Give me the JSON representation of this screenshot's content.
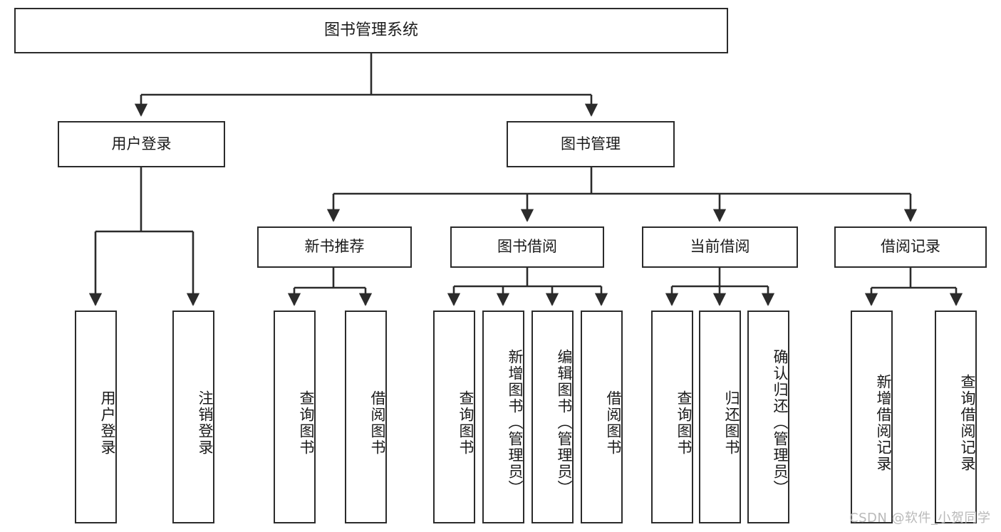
{
  "diagram": {
    "type": "tree-hierarchy-chart",
    "title": "图书管理系统",
    "colors": {
      "stroke": "#2b2b2b",
      "fill": "#ffffff",
      "text": "#1a1a1a",
      "watermark": "#b9b9b9"
    },
    "root": {
      "label": "图书管理系统"
    },
    "level2": [
      {
        "label": "用户登录"
      },
      {
        "label": "图书管理"
      }
    ],
    "level3": [
      {
        "label": "新书推荐"
      },
      {
        "label": "图书借阅"
      },
      {
        "label": "当前借阅"
      },
      {
        "label": "借阅记录"
      }
    ],
    "leaves": {
      "user_login": [
        {
          "label": "用户登录"
        },
        {
          "label": "注销登录"
        }
      ],
      "new_book_recommend": [
        {
          "label": "查询图书"
        },
        {
          "label": "借阅图书"
        }
      ],
      "book_borrow": [
        {
          "label": "查询图书"
        },
        {
          "label": "新增图书（管理员）"
        },
        {
          "label": "编辑图书（管理员）"
        },
        {
          "label": "借阅图书"
        }
      ],
      "current_borrow": [
        {
          "label": "查询图书"
        },
        {
          "label": "归还图书"
        },
        {
          "label": "确认归还（管理员）"
        }
      ],
      "borrow_record": [
        {
          "label": "新增借阅记录"
        },
        {
          "label": "查询借阅记录"
        }
      ]
    }
  },
  "watermark": {
    "text": "CSDN @软件_小贺同学"
  }
}
